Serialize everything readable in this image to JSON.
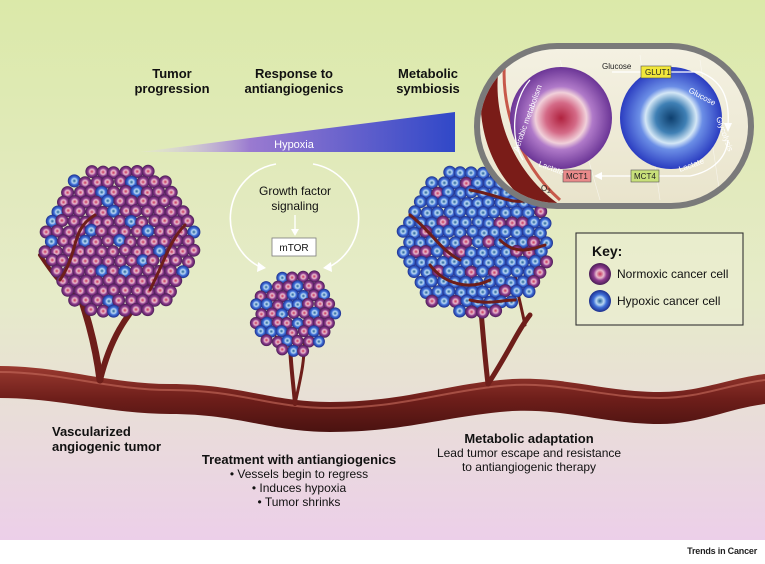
{
  "headings": {
    "progression": "Tumor\nprogression",
    "response": "Response to\nantiangiogenics",
    "symbiosis": "Metabolic\nsymbiosis"
  },
  "center": {
    "hypoxia": "Hypoxia",
    "growth_factor": "Growth factor\nsignaling",
    "mtor": "mTOR"
  },
  "inset": {
    "glucose_top": "Glucose",
    "glut1": "GLUT1",
    "glucose_right": "Glucose",
    "glycolysis": "Glycolysis",
    "lactate_right": "Lactate",
    "mct4": "MCT4",
    "mct1": "MCT1",
    "lactate_left": "Lactate",
    "aerobic": "Aerobic metabolism",
    "o2": "O",
    "o2_sub": "2"
  },
  "key": {
    "title": "Key:",
    "normoxic": "Normoxic cancer cell",
    "hypoxic": "Hypoxic cancer cell"
  },
  "captions": {
    "vascularized": "Vascularized\nangiogenic tumor",
    "treatment_title": "Treatment with antiangiogenics",
    "treatment_points": [
      "• Vessels begin to regress",
      "• Induces hypoxia",
      "• Tumor shrinks"
    ],
    "adaptation_title": "Metabolic adaptation",
    "adaptation_text": "Lead tumor escape and resistance\nto antiangiogenic therapy"
  },
  "credit": "Trends in Cancer",
  "colors": {
    "normoxic": "#9b3d86",
    "hypoxic": "#3f6fd8",
    "vessel": "#6e1e1a",
    "bg_top": "#d9e7a8",
    "bg_bottom": "#ead0e8"
  }
}
